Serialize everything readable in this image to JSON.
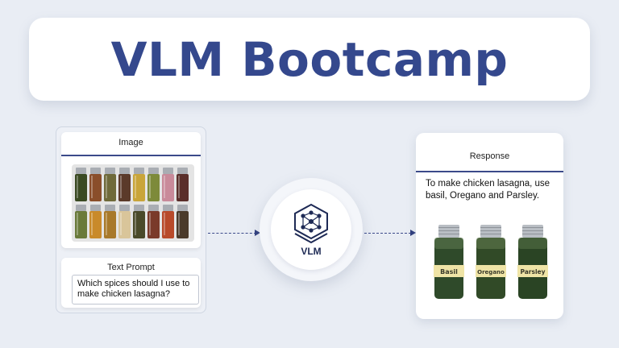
{
  "title": "VLM Bootcamp",
  "input": {
    "image_card_title": "Image",
    "prompt_card_title": "Text Prompt",
    "prompt_text": "Which spices should I use to make chicken lasagna?"
  },
  "model": {
    "label": "VLM",
    "icon": "neural-network-cube-icon"
  },
  "response": {
    "title": "Response",
    "text": "To make chicken lasagna, use basil, Oregano and Parsley.",
    "jars": [
      {
        "label": "Basil"
      },
      {
        "label": "Oregano"
      },
      {
        "label": "Parsley"
      }
    ]
  },
  "colors": {
    "title": "#34488d",
    "accent": "#3b4a8a",
    "background": "#e9edf4"
  }
}
